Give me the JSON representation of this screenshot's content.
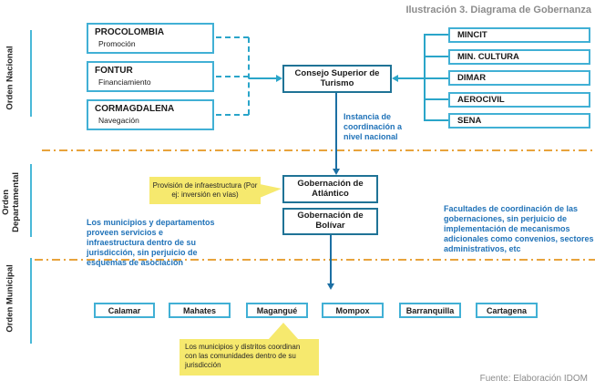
{
  "title": "Ilustración 3. Diagrama de Gobernanza",
  "source": "Fuente: Elaboración IDOM",
  "sections": {
    "nacional": "Orden Nacional",
    "departamental": "Orden Departamental",
    "municipal": "Orden Municipal"
  },
  "national_entities": [
    {
      "name": "PROCOLOMBIA",
      "role": "Promoción"
    },
    {
      "name": "FONTUR",
      "role": "Financiamiento"
    },
    {
      "name": "CORMAGDALENA",
      "role": "Navegación"
    }
  ],
  "central_body": "Consejo Superior de Turismo",
  "ministries": [
    "MINCIT",
    "MIN. CULTURA",
    "DIMAR",
    "AEROCIVIL",
    "SENA"
  ],
  "central_note": "Instancia de coordinación a nivel nacional",
  "departments": [
    "Gobernación de Atlántico",
    "Gobernación de Bolívar"
  ],
  "dept_callout": "Provisión de infraestructura (Por ej: inversión en vías)",
  "left_note": "Los municipios y departamentos proveen servicios e infraestructura dentro de su jurisdicción, sin perjuicio de esquemas de asociación",
  "right_note": "Facultades de coordinación de las gobernaciones, sin perjuicio de implementación de mecanismos adicionales como convenios, sectores administrativos, etc",
  "municipalities": [
    "Calamar",
    "Mahates",
    "Magangué",
    "Mompox",
    "Barranquilla",
    "Cartagena"
  ],
  "muni_callout": "Los municipios y distritos coordinan con las comunidades dentro de su jurisdicción",
  "colors": {
    "box_border_light": "#41b0d5",
    "box_border_dark": "#1f7396",
    "connector": "#2aa5c9",
    "connector_dark": "#1c6fa3",
    "divider_orange": "#e8a33c",
    "note_blue": "#1f72b8",
    "highlight_yellow": "#f6e96e",
    "muted_gray": "#8c8c8c"
  }
}
